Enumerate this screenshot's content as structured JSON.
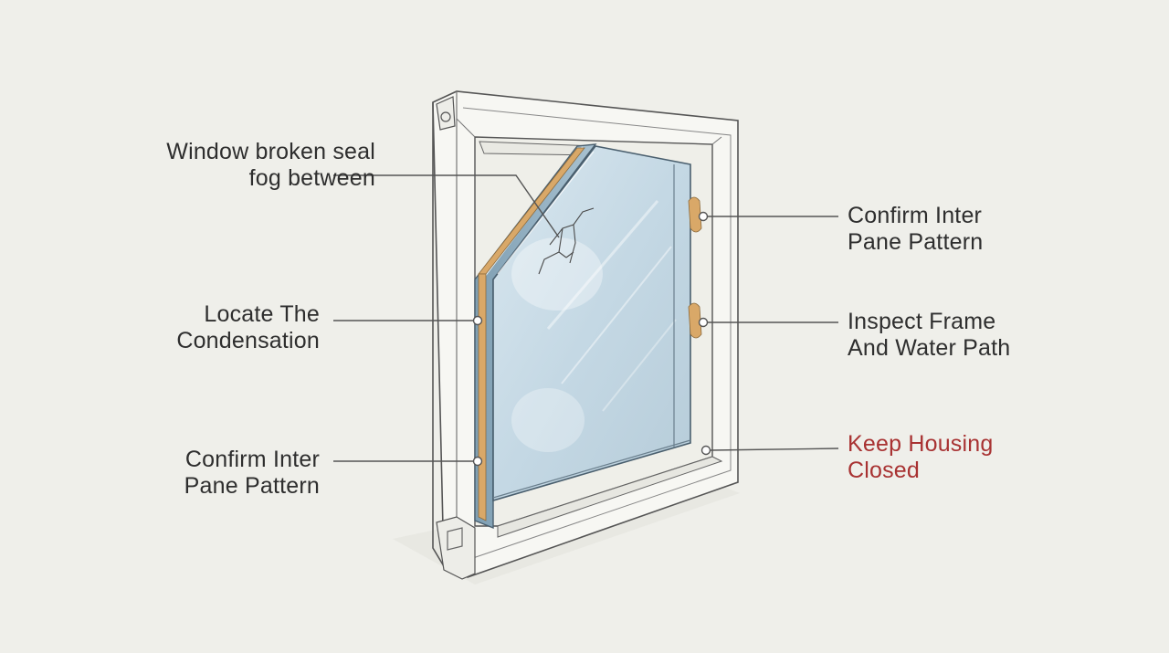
{
  "diagram": {
    "callouts": {
      "seal": {
        "line1": "Window broken seal",
        "line2": "fog between"
      },
      "condensation": {
        "line1": "Locate The",
        "line2": "Condensation"
      },
      "pane_left": {
        "line1": "Confirm Inter",
        "line2": "Pane Pattern"
      },
      "pane_right": {
        "line1": "Confirm Inter",
        "line2": "Pane Pattern"
      },
      "frame": {
        "line1": "Inspect Frame",
        "line2": "And Water Path"
      },
      "housing": {
        "line1": "Keep Housing",
        "line2": "Closed"
      }
    },
    "colors": {
      "background": "#efefea",
      "frame": "#f7f7f3",
      "outline": "#555555",
      "glass": "#c9dbe6",
      "spacer": "#d9a868",
      "leader": "#555555",
      "warning": "#a83232"
    }
  }
}
